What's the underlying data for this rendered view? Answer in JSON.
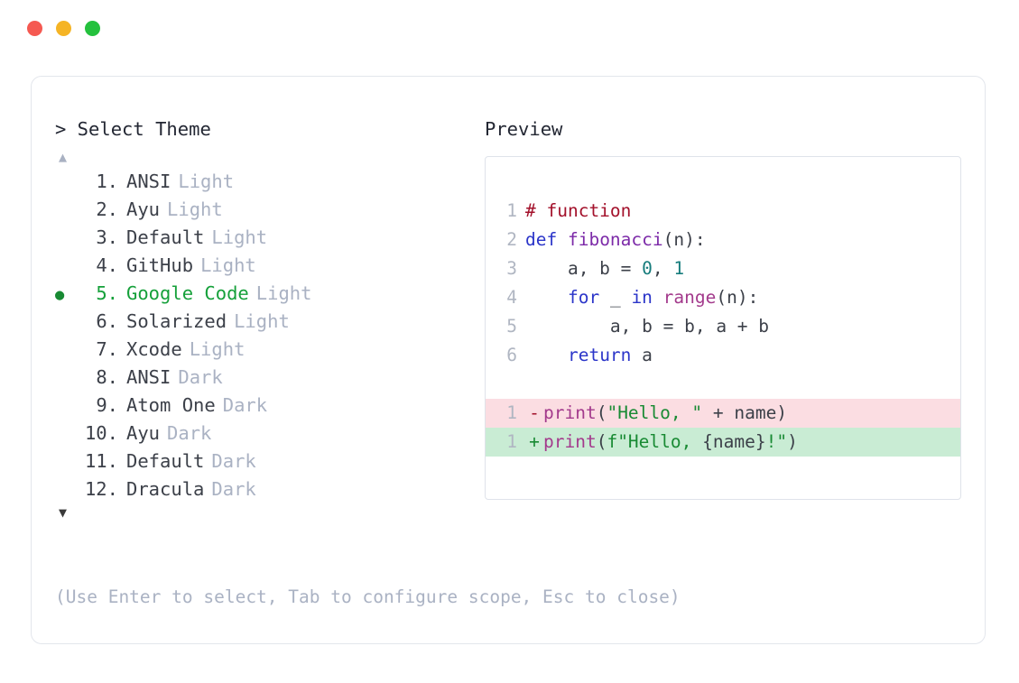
{
  "window": {
    "traffic_lights": [
      {
        "name": "close",
        "color": "#f55951"
      },
      {
        "name": "minimize",
        "color": "#f5b425"
      },
      {
        "name": "maximize",
        "color": "#24c13d"
      }
    ]
  },
  "prompt": {
    "text": "> Select Theme",
    "scroll_up_glyph": "▲",
    "scroll_down_glyph": "▼",
    "selected_bullet": "●"
  },
  "themes": [
    {
      "number": "1.",
      "name": "ANSI",
      "variant": "Light",
      "selected": false
    },
    {
      "number": "2.",
      "name": "Ayu",
      "variant": "Light",
      "selected": false
    },
    {
      "number": "3.",
      "name": "Default",
      "variant": "Light",
      "selected": false
    },
    {
      "number": "4.",
      "name": "GitHub",
      "variant": "Light",
      "selected": false
    },
    {
      "number": "5.",
      "name": "Google Code",
      "variant": "Light",
      "selected": true
    },
    {
      "number": "6.",
      "name": "Solarized",
      "variant": "Light",
      "selected": false
    },
    {
      "number": "7.",
      "name": "Xcode",
      "variant": "Light",
      "selected": false
    },
    {
      "number": "8.",
      "name": "ANSI",
      "variant": "Dark",
      "selected": false
    },
    {
      "number": "9.",
      "name": "Atom One",
      "variant": "Dark",
      "selected": false
    },
    {
      "number": "10.",
      "name": "Ayu",
      "variant": "Dark",
      "selected": false
    },
    {
      "number": "11.",
      "name": "Default",
      "variant": "Dark",
      "selected": false
    },
    {
      "number": "12.",
      "name": "Dracula",
      "variant": "Dark",
      "selected": false
    }
  ],
  "preview": {
    "label": "Preview",
    "code_lines": [
      {
        "ln": "1",
        "tokens": [
          {
            "t": "# function",
            "c": "comment"
          }
        ]
      },
      {
        "ln": "2",
        "tokens": [
          {
            "t": "def ",
            "c": "keyword"
          },
          {
            "t": "fibonacci",
            "c": "func"
          },
          {
            "t": "(n):",
            "c": "plain"
          }
        ]
      },
      {
        "ln": "3",
        "tokens": [
          {
            "t": "    a, b = ",
            "c": "plain"
          },
          {
            "t": "0",
            "c": "number"
          },
          {
            "t": ", ",
            "c": "plain"
          },
          {
            "t": "1",
            "c": "number"
          }
        ]
      },
      {
        "ln": "4",
        "tokens": [
          {
            "t": "    ",
            "c": "plain"
          },
          {
            "t": "for",
            "c": "keyword"
          },
          {
            "t": " _ ",
            "c": "plain"
          },
          {
            "t": "in",
            "c": "keyword"
          },
          {
            "t": " ",
            "c": "plain"
          },
          {
            "t": "range",
            "c": "builtin"
          },
          {
            "t": "(n):",
            "c": "plain"
          }
        ]
      },
      {
        "ln": "5",
        "tokens": [
          {
            "t": "        a, b = b, a + b",
            "c": "plain"
          }
        ]
      },
      {
        "ln": "6",
        "tokens": [
          {
            "t": "    ",
            "c": "plain"
          },
          {
            "t": "return",
            "c": "keyword"
          },
          {
            "t": " a",
            "c": "plain"
          }
        ]
      }
    ],
    "diff_lines": [
      {
        "ln": "1",
        "sign": "-",
        "kind": "minus",
        "tokens": [
          {
            "t": "print",
            "c": "builtin"
          },
          {
            "t": "(",
            "c": "plain"
          },
          {
            "t": "\"Hello, \"",
            "c": "string"
          },
          {
            "t": " + name)",
            "c": "plain"
          }
        ]
      },
      {
        "ln": "1",
        "sign": "+",
        "kind": "plus",
        "tokens": [
          {
            "t": "print",
            "c": "builtin"
          },
          {
            "t": "(",
            "c": "plain"
          },
          {
            "t": "f\"Hello, ",
            "c": "string"
          },
          {
            "t": "{name}",
            "c": "plain"
          },
          {
            "t": "!\"",
            "c": "string"
          },
          {
            "t": ")",
            "c": "plain"
          }
        ]
      }
    ]
  },
  "hint": "(Use Enter to select, Tab to configure scope, Esc to close)",
  "colors": {
    "accent_selected": "#15a03a",
    "muted": "#aab2c3",
    "text": "#3c4049",
    "diff_remove_bg": "#fbdde2",
    "diff_add_bg": "#c9ecd4",
    "border": "#e3e6ec"
  }
}
